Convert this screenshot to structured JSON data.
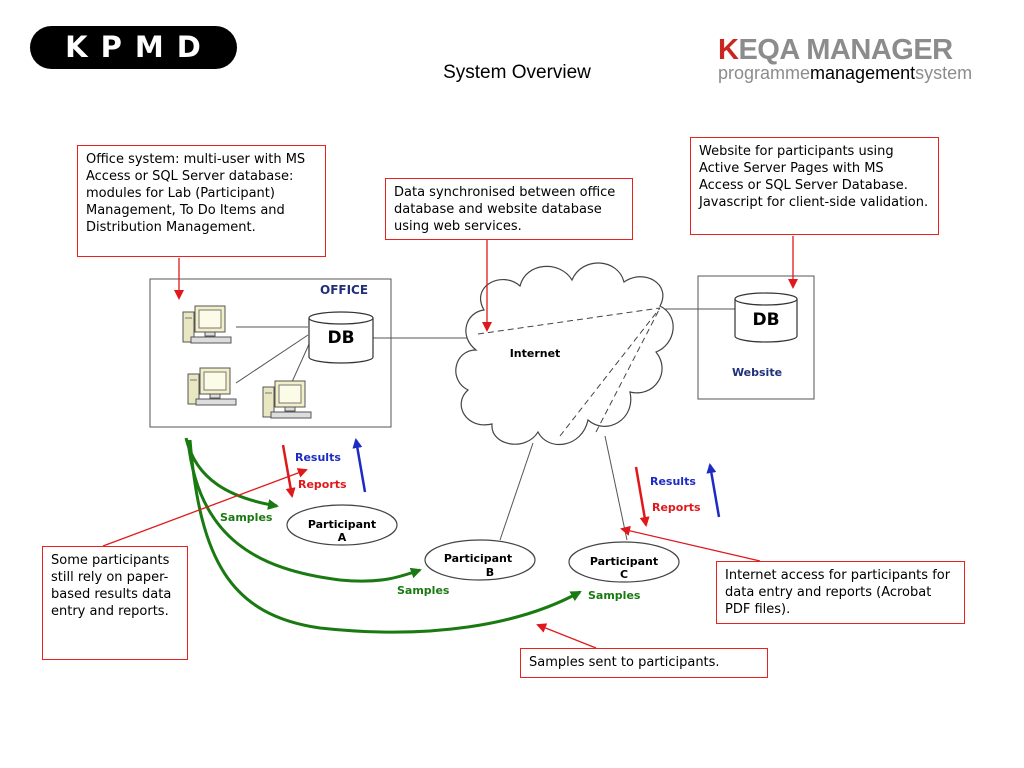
{
  "header": {
    "logo_text": "KPMD",
    "title": "System Overview",
    "product_k": "K",
    "product_name": "EQA MANAGER",
    "tagline_part1": "programme",
    "tagline_part2": "management",
    "tagline_part3": "system"
  },
  "callouts": {
    "office": "Office system: multi-user with MS Access or SQL Server database: modules for Lab (Participant) Management, To Do Items and Distribution Management.",
    "sync": "Data synchronised between office database and website database using web services.",
    "website": "Website for participants using Active Server Pages with MS Access or SQL Server Database. Javascript for client-side validation.",
    "paper": "Some participants still rely on paper-based results data entry and reports.",
    "internet_access": "Internet access for participants for data entry and reports (Acrobat PDF files).",
    "samples_sent": "Samples sent to participants."
  },
  "diagram": {
    "office_label": "OFFICE",
    "office_db": "DB",
    "website_label": "Website",
    "website_db": "DB",
    "internet_label": "Internet",
    "participant_a": [
      "Participant",
      "A"
    ],
    "participant_b": [
      "Participant",
      "B"
    ],
    "participant_c": [
      "Participant",
      "C"
    ],
    "results_label": "Results",
    "reports_label": "Reports",
    "samples_label": "Samples"
  },
  "colors": {
    "callout_border": "#e8231f",
    "samples_green": "#1a7a12",
    "results_blue": "#1d2bc4",
    "reports_red": "#e0181b",
    "office_label_blue": "#1f2f7a"
  }
}
